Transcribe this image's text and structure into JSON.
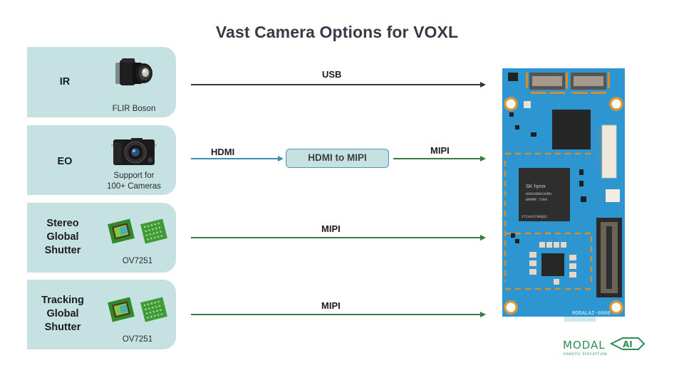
{
  "title": "Vast Camera Options for VOXL",
  "colors": {
    "card_bg": "#c6e1e1",
    "usb_line": "#2f3640",
    "hdmi_line": "#3a8fb5",
    "mipi_line": "#3a7a3c",
    "board_blue": "#2d96d0",
    "logo_green": "#2e8b57"
  },
  "cameras": [
    {
      "label": "IR",
      "icon": "thermal-camera-icon",
      "caption": "FLIR Boson"
    },
    {
      "label": "EO",
      "icon": "compact-camera-icon",
      "caption": "Support for 100+ Cameras",
      "caption_lines": [
        "Support for",
        "100+ Cameras"
      ]
    },
    {
      "label": "Stereo Global Shutter",
      "label_lines": [
        "Stereo",
        "Global",
        "Shutter"
      ],
      "icon": "image-sensor-icon",
      "caption": "OV7251"
    },
    {
      "label": "Tracking Global Shutter",
      "label_lines": [
        "Tracking",
        "Global",
        "Shutter"
      ],
      "icon": "image-sensor-icon",
      "caption": "OV7251"
    }
  ],
  "connections": [
    {
      "from": "IR",
      "label": "USB",
      "to": "VOXL"
    },
    {
      "from": "EO",
      "label": "HDMI",
      "to": "HDMI to MIPI"
    },
    {
      "from": "HDMI to MIPI",
      "label": "MIPI",
      "to": "VOXL"
    },
    {
      "from": "Stereo Global Shutter",
      "label": "MIPI",
      "to": "VOXL"
    },
    {
      "from": "Tracking Global Shutter",
      "label": "MIPI",
      "to": "VOXL"
    }
  ],
  "converter": {
    "label": "HDMI to MIPI"
  },
  "board": {
    "name": "VOXL",
    "silkscreen": "MODALAI-0006",
    "memory_chip_brand": "SK hynix",
    "memory_chip_lines": [
      "H9HCNNNCUUMU",
      "BRNMR   730A"
    ],
    "memory_chip_lot": "VTCH1079HQ82"
  },
  "logo": {
    "word": "MODAL",
    "mark": "AI",
    "tagline": "ROBOTIC PERCEPTION"
  }
}
